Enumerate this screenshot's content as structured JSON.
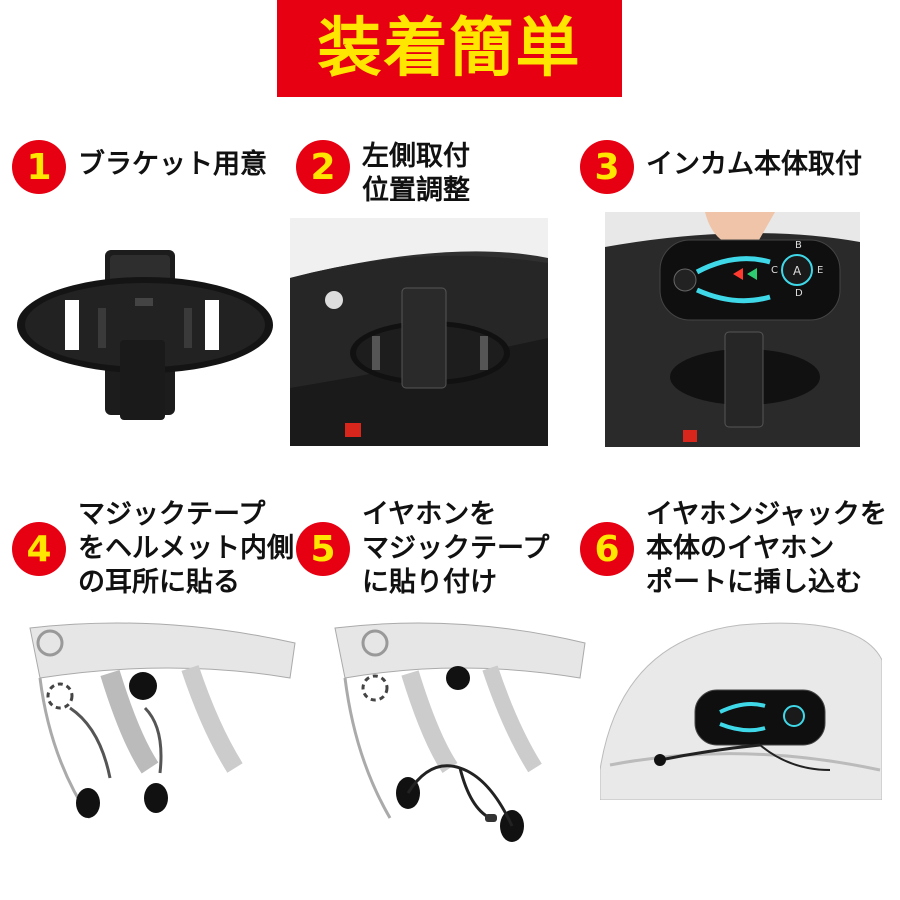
{
  "title": "装着簡単",
  "steps": [
    {
      "number": "1",
      "label": "ブラケット用意"
    },
    {
      "number": "2",
      "label": "左側取付\n位置調整"
    },
    {
      "number": "3",
      "label": "インカム本体取付"
    },
    {
      "number": "4",
      "label": "マジックテープ\nをヘルメット内側\nの耳所に貼る"
    },
    {
      "number": "5",
      "label": "イヤホンを\nマジックテープ\nに貼り付け"
    },
    {
      "number": "6",
      "label": "イヤホンジャックを\n本体のイヤホン\nポートに挿し込む"
    }
  ],
  "device_buttons": {
    "a": "A",
    "b": "B",
    "c": "C",
    "d": "D",
    "e": "E"
  },
  "colors": {
    "accent_red": "#e60012",
    "title_yellow": "#ffe600",
    "led_cyan": "#3fd8e8",
    "led_green": "#2ecc71",
    "led_red": "#ff3b30"
  }
}
